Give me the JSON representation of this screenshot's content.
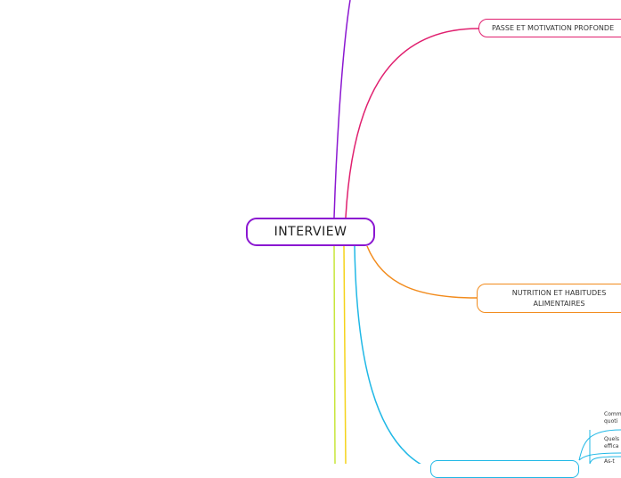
{
  "central": {
    "label": "INTERVIEW"
  },
  "branches": {
    "passe": {
      "label": "PASSE ET MOTIVATION PROFONDE",
      "color": "#e0206f"
    },
    "nutrition": {
      "label": "NUTRITION ET HABITUDES ALIMENTAIRES",
      "color": "#f28b1c"
    },
    "cyan": {
      "label": "",
      "color": "#20b8e6"
    },
    "purple_top": {
      "color": "#8b17d1"
    },
    "lime": {
      "color": "#c8e63c"
    },
    "yellow": {
      "color": "#f5d31a"
    }
  },
  "leaves": [
    {
      "line1": "Comm",
      "line2": "quoti"
    },
    {
      "line1": "Quels",
      "line2": "effica"
    },
    {
      "line1": "As-t",
      "line2": ""
    }
  ]
}
